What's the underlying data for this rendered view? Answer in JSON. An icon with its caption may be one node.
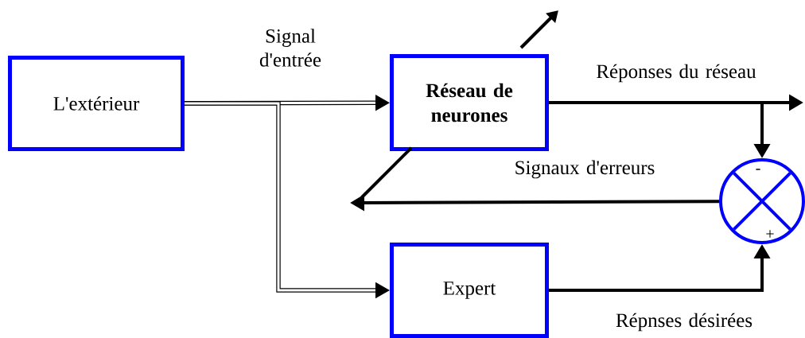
{
  "diagram": {
    "nodes": [
      {
        "text": [
          "L'extérieur"
        ]
      },
      {
        "text": [
          "Réseau de neurones"
        ]
      },
      {
        "text": [
          "Expert"
        ]
      },
      {
        "text": [
          "-",
          "+"
        ]
      }
    ],
    "edges": [
      {
        "from": 0,
        "to": 1,
        "arrow": "to",
        "label": "Signal d'entrée"
      },
      {
        "from": 0,
        "to": 2,
        "arrow": "to"
      },
      {
        "from": 1,
        "to": null,
        "arrow": "to",
        "label": "Réponses du réseau"
      },
      {
        "from": 1,
        "to": 3,
        "arrow": "to"
      },
      {
        "from": 3,
        "to": null,
        "arrow": "to",
        "label": "Signaux d'erreurs"
      },
      {
        "from": 2,
        "to": 3,
        "arrow": "to",
        "label": "Répnses désirées"
      }
    ]
  }
}
